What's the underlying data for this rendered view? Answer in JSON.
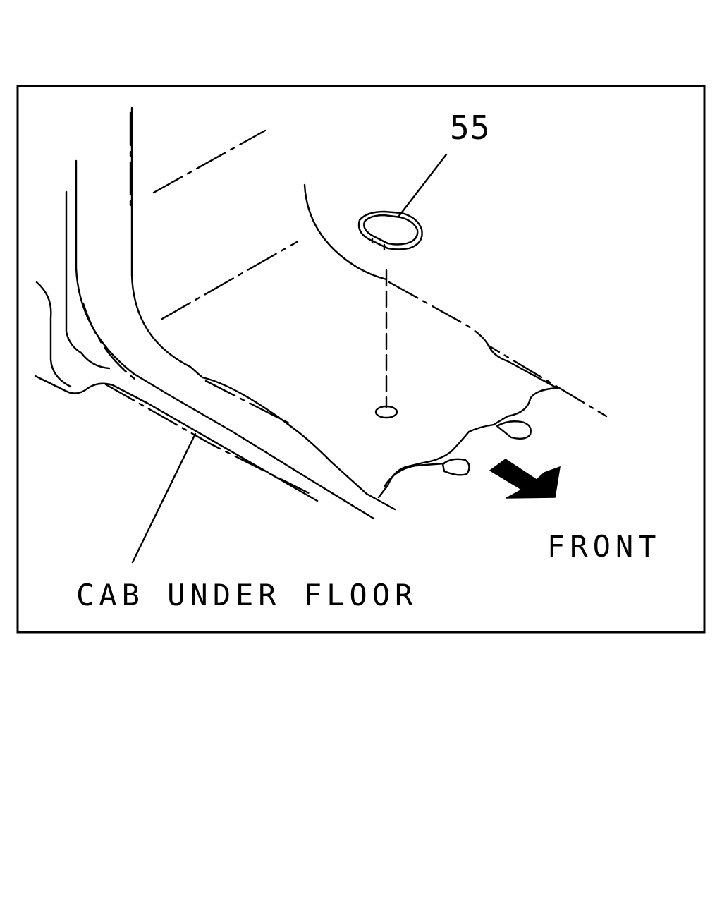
{
  "figure": {
    "callout_number": "55",
    "front_label": "FRONT",
    "part_label": "CAB UNDER FLOOR",
    "arrow_direction": "front",
    "part_icon": "oval-grommet-plug"
  }
}
